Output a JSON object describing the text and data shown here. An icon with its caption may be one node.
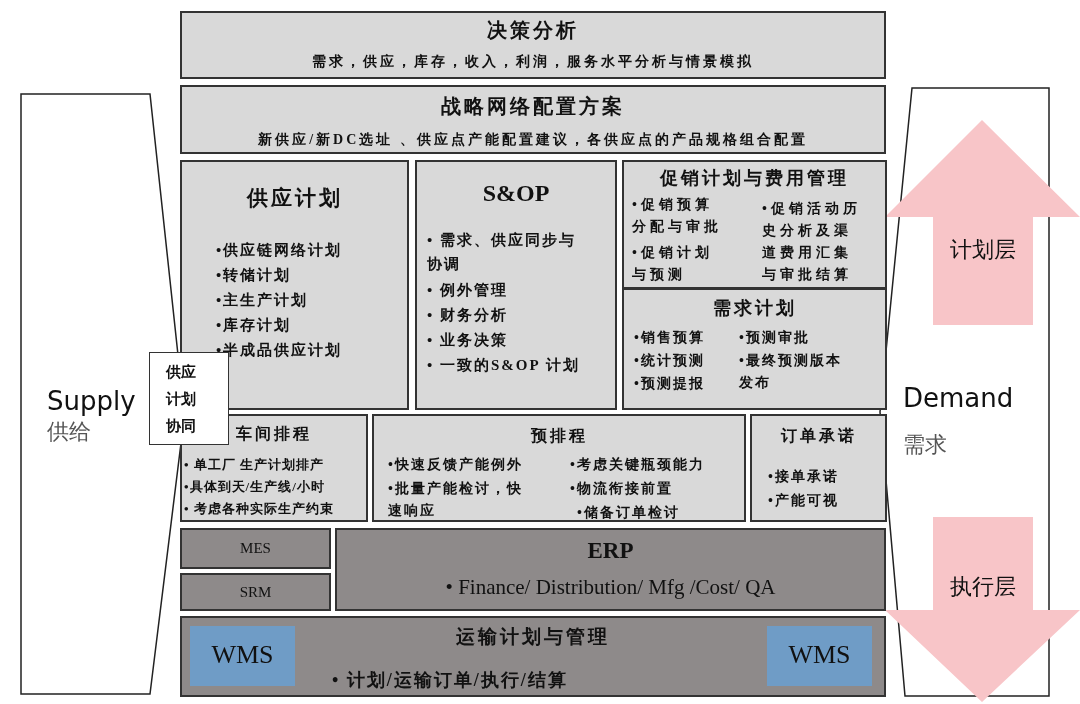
{
  "diagram": {
    "nodes": [
      {
        "text": [
          "决策分析",
          "需求，供应，库存，收入，利润，服务水平分析与情景模拟"
        ]
      },
      {
        "text": [
          "战略网络配置方案",
          "新供应/新DC选址 、供应点产能配置建议，各供应点的产品规格组合配置"
        ]
      },
      {
        "text": [
          "供应计划",
          "•供应链网络计划",
          "•转储计划",
          "•主生产计划",
          "•库存计划",
          "•半成品供应计划"
        ]
      },
      {
        "text": [
          "S&OP",
          "• 需求、供应同步与协调",
          "• 例外管理",
          "• 财务分析",
          "• 业务决策",
          "• 一致的S&OP 计划"
        ]
      },
      {
        "text": [
          "促销计划与费用管理",
          "•促销预算分配与审批",
          "•促销计划与预测",
          "•促销活动历史分析及渠道费用汇集与审批结算"
        ]
      },
      {
        "text": [
          "需求计划",
          "•销售预算",
          "•统计预测",
          "•预测提报",
          "•预测审批",
          "•最终预测版本发布"
        ]
      },
      {
        "text": [
          "供应计划协同"
        ]
      },
      {
        "text": [
          "车间排程",
          "• 单工厂 生产计划排产",
          "•具体到天/生产线/小时",
          "• 考虑各种实际生产约束"
        ]
      },
      {
        "text": [
          "预排程",
          "•快速反馈产能例外",
          "•批量产能检讨，快速响应",
          "•考虑关键瓶颈能力",
          "•物流衔接前置",
          "•储备订单检讨"
        ]
      },
      {
        "text": [
          "订单承诺",
          "•接单承诺",
          "•产能可视"
        ]
      },
      {
        "text": [
          "MES"
        ]
      },
      {
        "text": [
          "SRM"
        ]
      },
      {
        "text": [
          "ERP",
          "• Finance/ Distribution/ Mfg /Cost/ QA"
        ]
      },
      {
        "text": [
          "运输计划与管理",
          "• 计划/运输订单/执行/结算"
        ]
      },
      {
        "text": [
          "WMS"
        ],
        "in": 13
      },
      {
        "text": [
          "WMS"
        ],
        "in": 13
      },
      {
        "text": [
          "Supply",
          "供给"
        ]
      },
      {
        "text": [
          "Demand",
          "需求"
        ]
      },
      {
        "text": [
          "计划层"
        ]
      },
      {
        "text": [
          "执行层"
        ]
      }
    ]
  }
}
